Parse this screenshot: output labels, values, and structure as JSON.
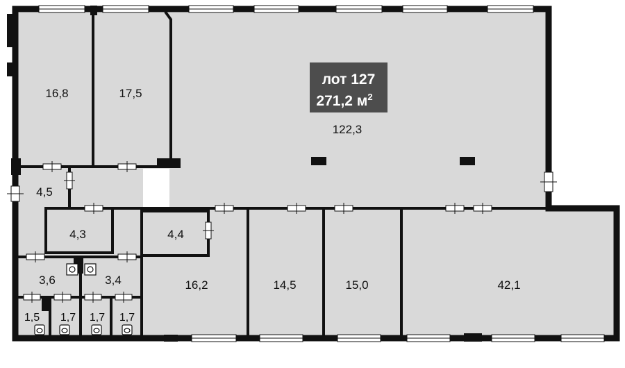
{
  "lot": {
    "title": "лот 127",
    "area_value": "271,2 м",
    "area_sup": "2"
  },
  "rooms": {
    "r1": "16,8",
    "r2": "17,5",
    "r3": "122,3",
    "r4": "4,5",
    "r5": "4,3",
    "r6": "4,4",
    "r7": "3,6",
    "r8": "3,4",
    "r9": "16,2",
    "r10": "14,5",
    "r11": "15,0",
    "r12": "42,1",
    "r13": "1,5",
    "r14": "1,7",
    "r15": "1,7",
    "r16": "1,7"
  },
  "colors": {
    "floor": "#d9d9d9",
    "wall": "#111111",
    "lot_badge": "#4d4d4d",
    "window": "#ffffff"
  }
}
